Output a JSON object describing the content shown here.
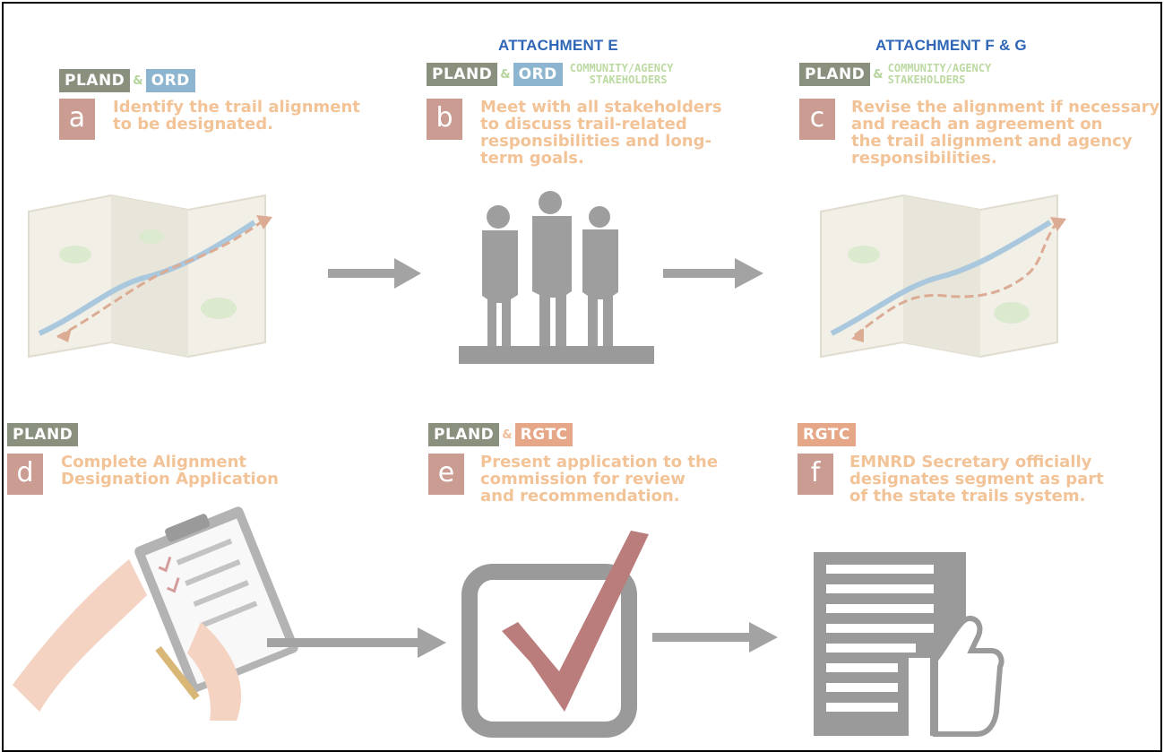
{
  "attachments": {
    "e": "ATTACHMENT E",
    "fg": "ATTACHMENT F & G"
  },
  "steps": [
    {
      "letter": "a",
      "tags": [
        "PLAND",
        "&",
        "ORD"
      ],
      "text": "Identify the trail alignment\nto be designated."
    },
    {
      "letter": "b",
      "tags": [
        "PLAND",
        "&",
        "ORD"
      ],
      "extra": [
        "COMMUNITY/AGENCY",
        "STAKEHOLDERS"
      ],
      "text": "Meet with all stakeholders\nto discuss trail-related\nresponsibilities and long-\nterm goals."
    },
    {
      "letter": "c",
      "tags": [
        "PLAND",
        "&"
      ],
      "extra": [
        "COMMUNITY/AGENCY",
        "STAKEHOLDERS"
      ],
      "text": "Revise the alignment if necessary\nand reach an agreement on\nthe trail alignment and agency\nresponsibilities."
    },
    {
      "letter": "d",
      "tags": [
        "PLAND"
      ],
      "text": "Complete Alignment\nDesignation Application"
    },
    {
      "letter": "e",
      "tags": [
        "PLAND",
        "&",
        "RGTC"
      ],
      "text": "Present application to the\ncommission for review\nand recommendation."
    },
    {
      "letter": "f",
      "tags": [
        "RGTC"
      ],
      "text": "EMNRD Secretary officially\ndesignates segment as part\nof the state trails system."
    }
  ],
  "colors": {
    "attachment_text": "#2f67b6",
    "pland_tag": "#89907e",
    "ord_tag": "#8db5cf",
    "rgtc_tag": "#e5a788",
    "letter_box": "#cb9c92",
    "step_text": "#f3c398",
    "arrow": "#a3a3a3"
  },
  "icons": [
    "map-icon",
    "stakeholders-icon",
    "revised-map-icon",
    "clipboard-icon",
    "checkbox-icon",
    "document-thumbs-up-icon"
  ]
}
